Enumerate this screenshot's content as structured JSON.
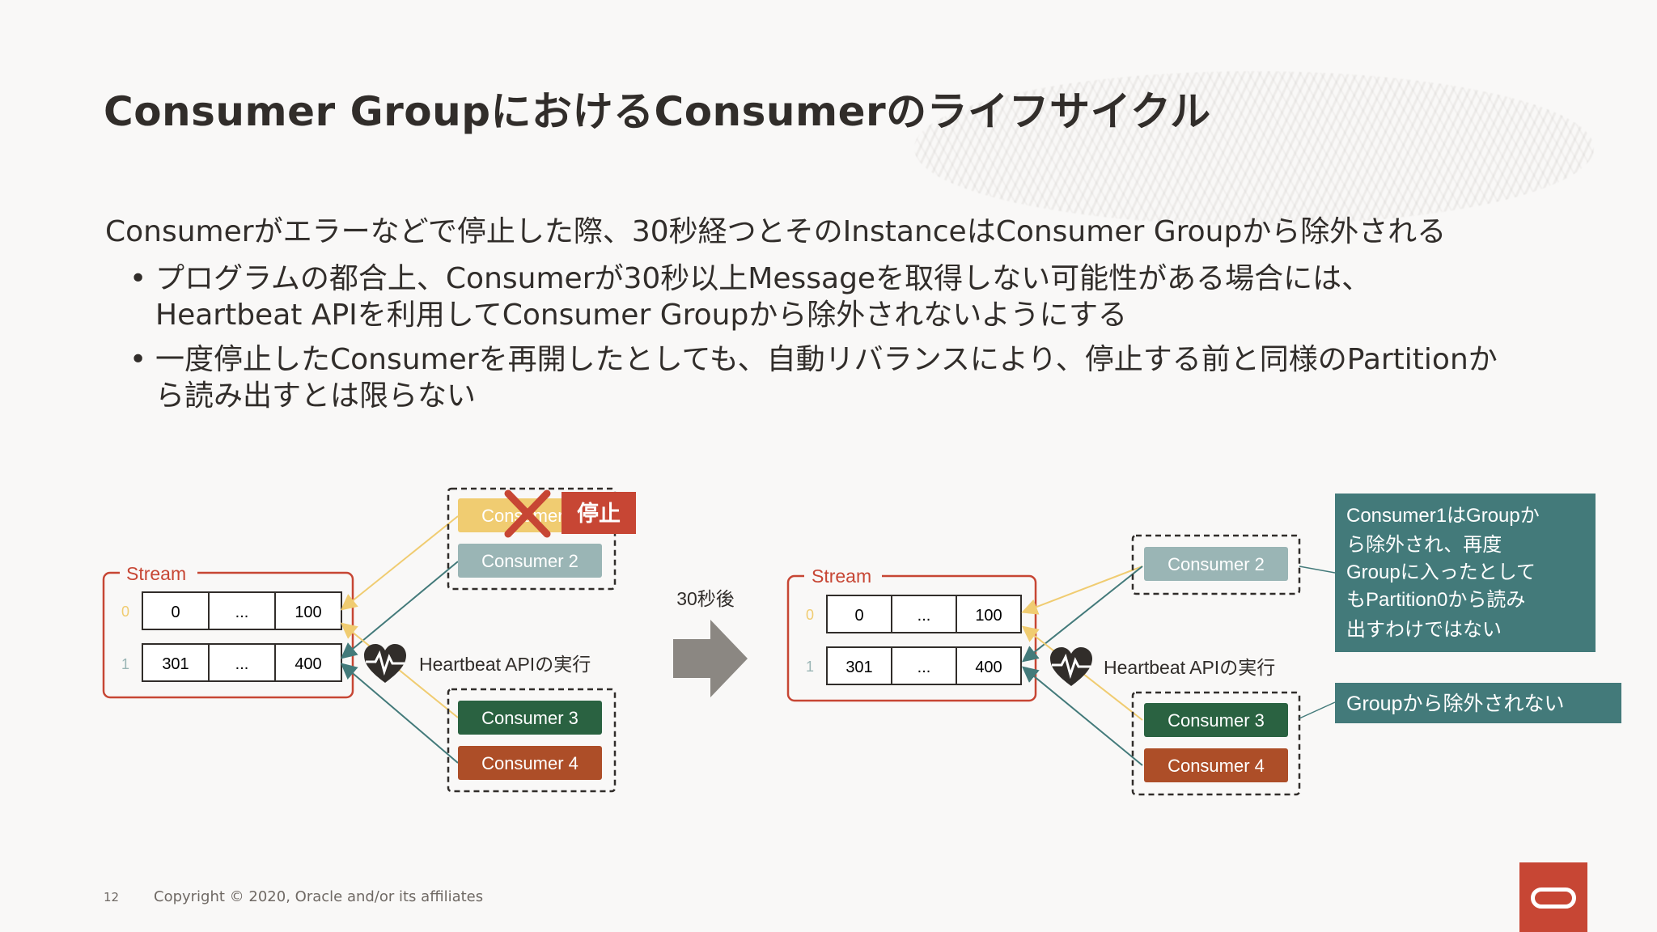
{
  "title": "Consumer GroupにおけるConsumerのライフサイクル",
  "lead": "Consumerがエラーなどで停止した際、30秒経つとそのInstanceはConsumer Groupから除外される",
  "bullets": [
    {
      "line1": "プログラムの都合上、Consumerが30秒以上Messageを取得しない可能性がある場合には、",
      "line2": "Heartbeat APIを利用してConsumer Groupから除外されないようにする"
    },
    {
      "line1": "一度停止したConsumerを再開したとしても、自動リバランスにより、停止する前と同様のPartitionか",
      "line2": "ら読み出すとは限らない"
    }
  ],
  "bullet_symbol": "•",
  "diagram": {
    "stream_label": "Stream",
    "partitions": [
      {
        "id": "0",
        "cells": [
          "0",
          "...",
          "100"
        ]
      },
      {
        "id": "1",
        "cells": [
          "301",
          "...",
          "400"
        ]
      }
    ],
    "left": {
      "consumer1": "Consumer 1",
      "consumer2": "Consumer 2",
      "consumer3": "Consumer 3",
      "consumer4": "Consumer 4",
      "stopped_label": "停止",
      "heartbeat_label": "Heartbeat APIの実行"
    },
    "arrow_label": "30秒後",
    "right": {
      "consumer2": "Consumer 2",
      "consumer3": "Consumer 3",
      "consumer4": "Consumer 4",
      "heartbeat_label": "Heartbeat APIの実行"
    },
    "callout_top": [
      "Consumer1はGroupか",
      "ら除外され、再度",
      "Groupに入ったとして",
      "もPartition0から読み",
      "出すわけではない"
    ],
    "callout_bottom": "Groupから除外されない"
  },
  "colors": {
    "stream_border": "#c74634",
    "consumer1": "#f0cc71",
    "consumer2": "#9ab5b5",
    "consumer3": "#2a6241",
    "consumer4": "#ad4e28",
    "stopped": "#c74634",
    "callout": "#437a7a",
    "arrow": "#8b8782",
    "yellow_line": "#f0cc71",
    "teal_line": "#437a7a"
  },
  "footer": {
    "page_number": "12",
    "copyright": "Copyright © 2020, Oracle and/or its affiliates"
  }
}
